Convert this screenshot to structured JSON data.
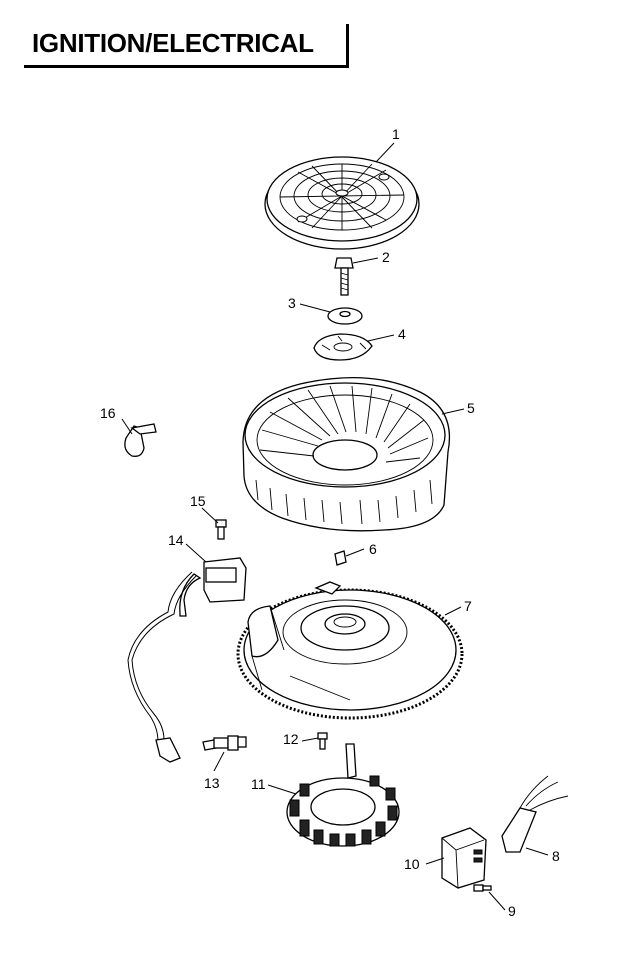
{
  "header": {
    "title": "IGNITION/ELECTRICAL"
  },
  "callouts": [
    "1",
    "2",
    "3",
    "4",
    "5",
    "6",
    "7",
    "8",
    "9",
    "10",
    "11",
    "12",
    "13",
    "14",
    "15",
    "16"
  ]
}
